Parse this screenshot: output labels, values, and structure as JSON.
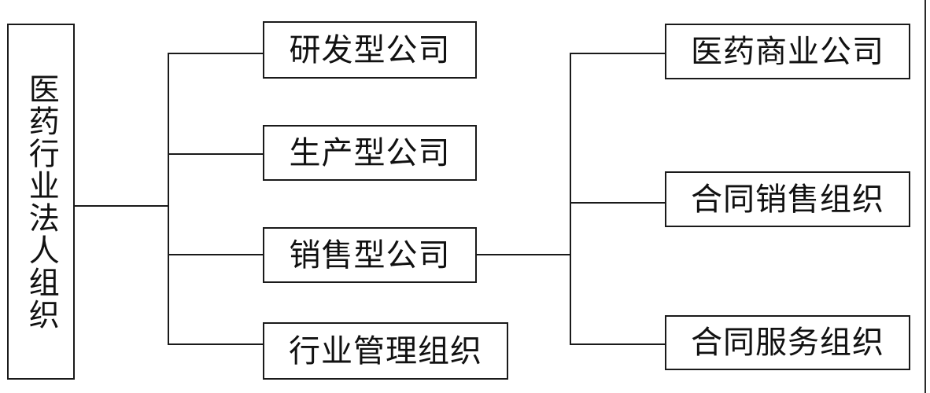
{
  "diagram": {
    "type": "tree",
    "orientation": "left-to-right",
    "root": {
      "id": "root",
      "label": "医药行业法人组织",
      "text_orientation": "vertical"
    },
    "level2": [
      {
        "id": "m1",
        "label": "研发型公司"
      },
      {
        "id": "m2",
        "label": "生产型公司"
      },
      {
        "id": "m3",
        "label": "销售型公司"
      },
      {
        "id": "m4",
        "label": "行业管理组织"
      }
    ],
    "level3": [
      {
        "id": "r1",
        "label": "医药商业公司",
        "parent": "m3"
      },
      {
        "id": "r2",
        "label": "合同销售组织",
        "parent": "m3"
      },
      {
        "id": "r3",
        "label": "合同服务组织",
        "parent": "m3"
      }
    ],
    "colors": {
      "line": "#1a1a1a",
      "box_fill": "#ffffff",
      "text": "#111111",
      "page_edge": "#2a2a2a"
    }
  }
}
